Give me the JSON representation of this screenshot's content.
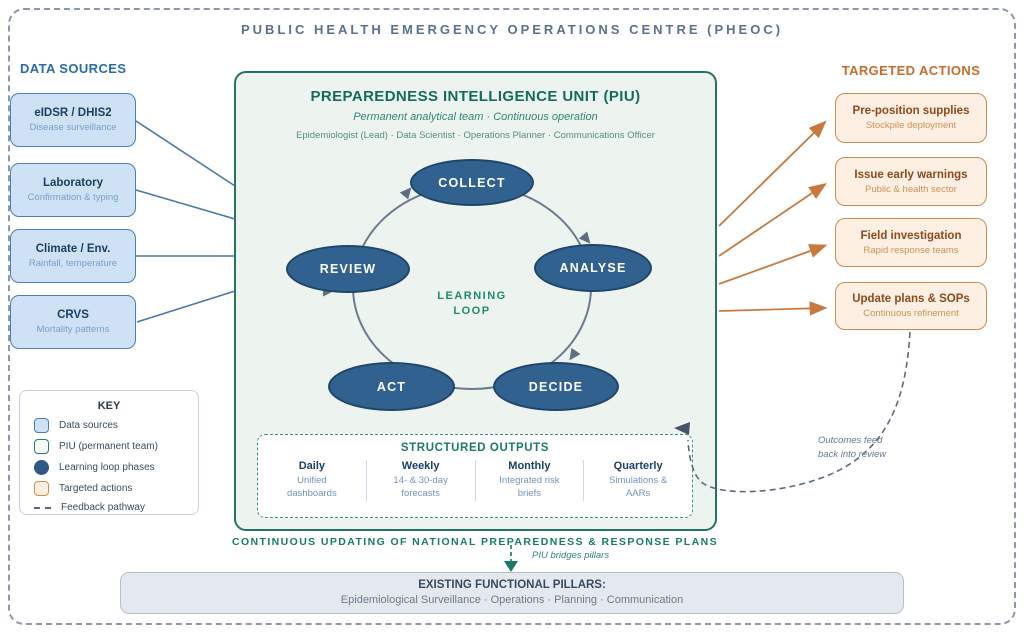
{
  "page": {
    "title": "PUBLIC HEALTH EMERGENCY OPERATIONS CENTRE (PHEOC)"
  },
  "data_sources": {
    "header": "DATA SOURCES",
    "items": [
      {
        "title": "eIDSR / DHIS2",
        "subtitle": "Disease surveillance"
      },
      {
        "title": "Laboratory",
        "subtitle": "Confirmation & typing"
      },
      {
        "title": "Climate / Env.",
        "subtitle": "Rainfall, temperature"
      },
      {
        "title": "CRVS",
        "subtitle": "Mortality patterns"
      }
    ]
  },
  "key": {
    "title": "KEY",
    "items": [
      {
        "label": "Data sources"
      },
      {
        "label": "PIU (permanent team)"
      },
      {
        "label": "Learning loop phases"
      },
      {
        "label": "Targeted actions"
      },
      {
        "label": "Feedback pathway"
      }
    ]
  },
  "piu": {
    "title": "PREPAREDNESS INTELLIGENCE UNIT (PIU)",
    "subtitle": "Permanent analytical team · Continuous operation",
    "roles": "Epidemiologist (Lead) · Data Scientist · Operations Planner · Communications Officer"
  },
  "loop": {
    "label_line1": "LEARNING",
    "label_line2": "LOOP",
    "phases": [
      "COLLECT",
      "ANALYSE",
      "DECIDE",
      "ACT",
      "REVIEW"
    ]
  },
  "outputs": {
    "title": "STRUCTURED OUTPUTS",
    "columns": [
      {
        "period": "Daily",
        "desc": "Unified dashboards"
      },
      {
        "period": "Weekly",
        "desc": "14- & 30-day forecasts"
      },
      {
        "period": "Monthly",
        "desc": "Integrated risk briefs"
      },
      {
        "period": "Quarterly",
        "desc": "Simulations & AARs"
      }
    ]
  },
  "targeted_actions": {
    "header": "TARGETED ACTIONS",
    "items": [
      {
        "title": "Pre-position supplies",
        "subtitle": "Stockpile deployment"
      },
      {
        "title": "Issue early warnings",
        "subtitle": "Public & health sector"
      },
      {
        "title": "Field investigation",
        "subtitle": "Rapid response teams"
      },
      {
        "title": "Update plans & SOPs",
        "subtitle": "Continuous refinement"
      }
    ]
  },
  "feedback": {
    "note_line1": "Outcomes feed",
    "note_line2": "back into review"
  },
  "footer": {
    "continuous_text": "CONTINUOUS UPDATING OF NATIONAL PREPAREDNESS & RESPONSE PLANS",
    "bridge_text": "PIU bridges pillars",
    "pillars_title": "EXISTING FUNCTIONAL PILLARS:",
    "pillars_items": "Epidemiological Surveillance · Operations · Planning · Communication"
  },
  "colors": {
    "blue_accent": "#2a6bad",
    "teal_accent": "#1b7a68",
    "orange_accent": "#c66d2e",
    "node_blue": "#31618f",
    "slate": "#5e6f82"
  }
}
